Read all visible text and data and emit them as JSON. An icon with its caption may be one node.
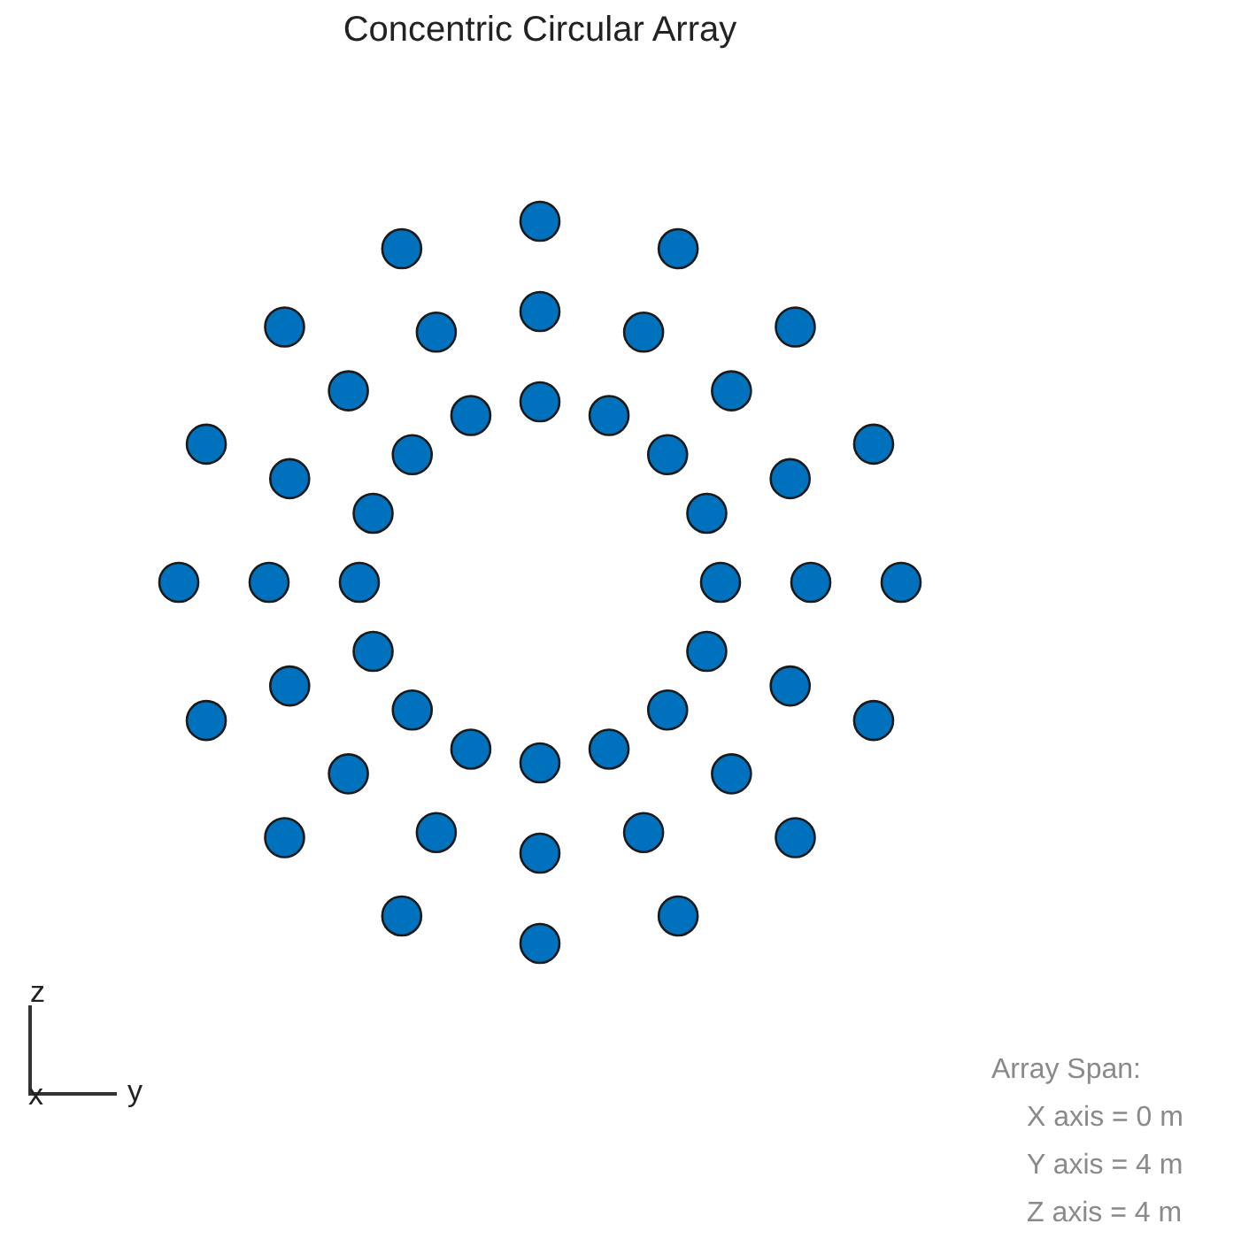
{
  "diagram": {
    "title": "Concentric Circular Array",
    "labels": [
      "z",
      "x",
      "y",
      "Array Span:",
      "X axis = 0 m",
      "Y axis = 4 m",
      "Z axis = 4 m"
    ]
  }
}
